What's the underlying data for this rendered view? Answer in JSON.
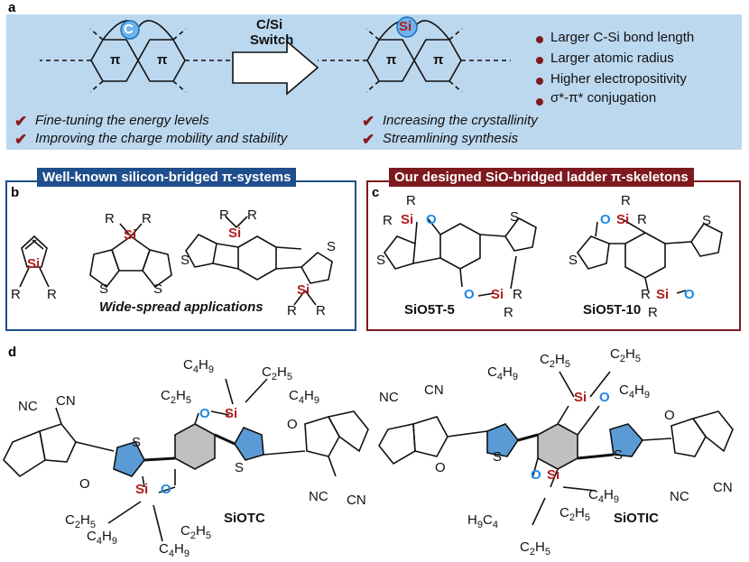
{
  "panel_labels": {
    "a": "a",
    "b": "b",
    "c": "c",
    "d": "d"
  },
  "panel_a": {
    "atom_left": "C",
    "atom_right": "Si",
    "pi": "π",
    "switch_line1": "C/Si",
    "switch_line2": "Switch",
    "properties": [
      "Larger C-Si bond length",
      "Larger atomic radius",
      "Higher electropositivity",
      "σ*-π* conjugation"
    ],
    "benefits_left": [
      "Fine-tuning the energy levels",
      "Improving the charge mobility and stability"
    ],
    "benefits_right": [
      "Increasing the crystallinity",
      "Streamlining synthesis"
    ]
  },
  "panel_b": {
    "title": "Well-known silicon-bridged π-systems",
    "caption": "Wide-spread applications",
    "atoms": {
      "si": "Si",
      "s": "S",
      "r": "R"
    }
  },
  "panel_c": {
    "title": "Our designed SiO-bridged ladder π-skeletons",
    "compounds": [
      "SiO5T-5",
      "SiO5T-10"
    ],
    "atoms": {
      "si": "Si",
      "o": "O",
      "s": "S",
      "r": "R"
    }
  },
  "panel_d": {
    "compounds": [
      "SiOTC",
      "SiOTIC"
    ],
    "groups": {
      "cn": "CN",
      "nc": "NC",
      "o": "O",
      "s": "S",
      "si": "Si",
      "c4h9": "C4H9",
      "c2h5": "C2H5",
      "h9c4": "H9C4"
    }
  },
  "colors": {
    "panel_a_bg": "#bcd8ef",
    "panel_b_border": "#1f4e8c",
    "panel_c_border": "#7d1a1f",
    "si_red": "#b01e1e",
    "o_blue": "#1e88e5",
    "thiophene_fill": "#5b9bd5",
    "benzene_fill": "#c0c0c0"
  }
}
